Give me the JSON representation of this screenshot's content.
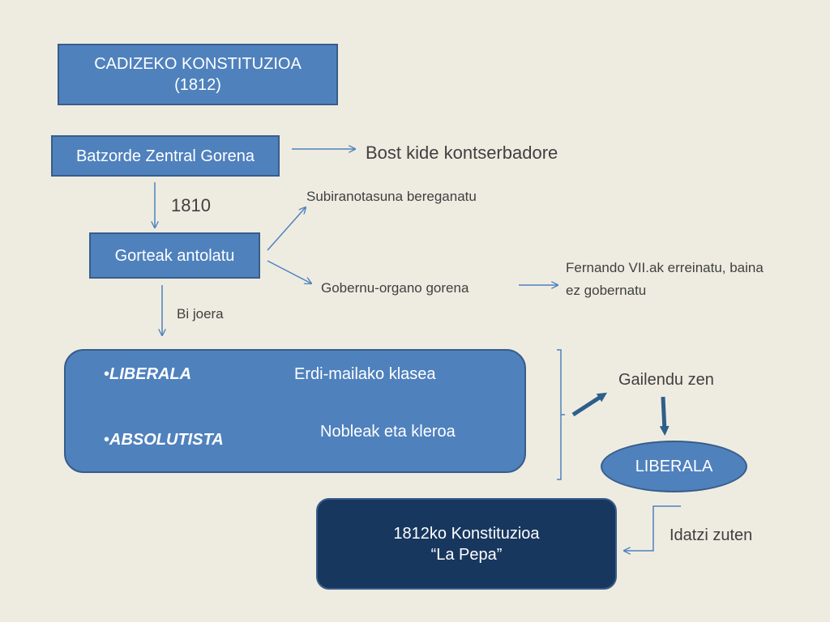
{
  "title_box": {
    "line1": "CADIZEKO KONSTITUZIOA",
    "line2": "(1812)"
  },
  "batzorde": {
    "label": "Batzorde Zentral Gorena",
    "note": "Bost kide kontserbadore"
  },
  "year_label": "1810",
  "gorteak": {
    "label": "Gorteak antolatu",
    "branch_up": "Subiranotasuna bereganatu",
    "branch_down": "Gobernu-organo gorena",
    "fernando_line1": "Fernando VII.ak erreinatu, baina",
    "fernando_line2": "ez gobernatu"
  },
  "bi_joera": "Bi joera",
  "tendencies": [
    {
      "name": "LIBERALA",
      "bullet": "•",
      "desc": "Erdi-mailako klasea"
    },
    {
      "name": "ABSOLUTISTA",
      "bullet": "•",
      "desc": "Nobleak eta kleroa"
    }
  ],
  "gailendu": "Gailendu zen",
  "liberala_oval": "LIBERALA",
  "constitution": {
    "line1": "1812ko Konstituzioa",
    "line2": "“La Pepa”"
  },
  "idatzi": "Idatzi zuten",
  "colors": {
    "box_fill": "#4f81bd",
    "box_border": "#385d8a",
    "dark_fill": "#17375e",
    "arrow": "#4f81bd",
    "background": "#eeece1"
  }
}
